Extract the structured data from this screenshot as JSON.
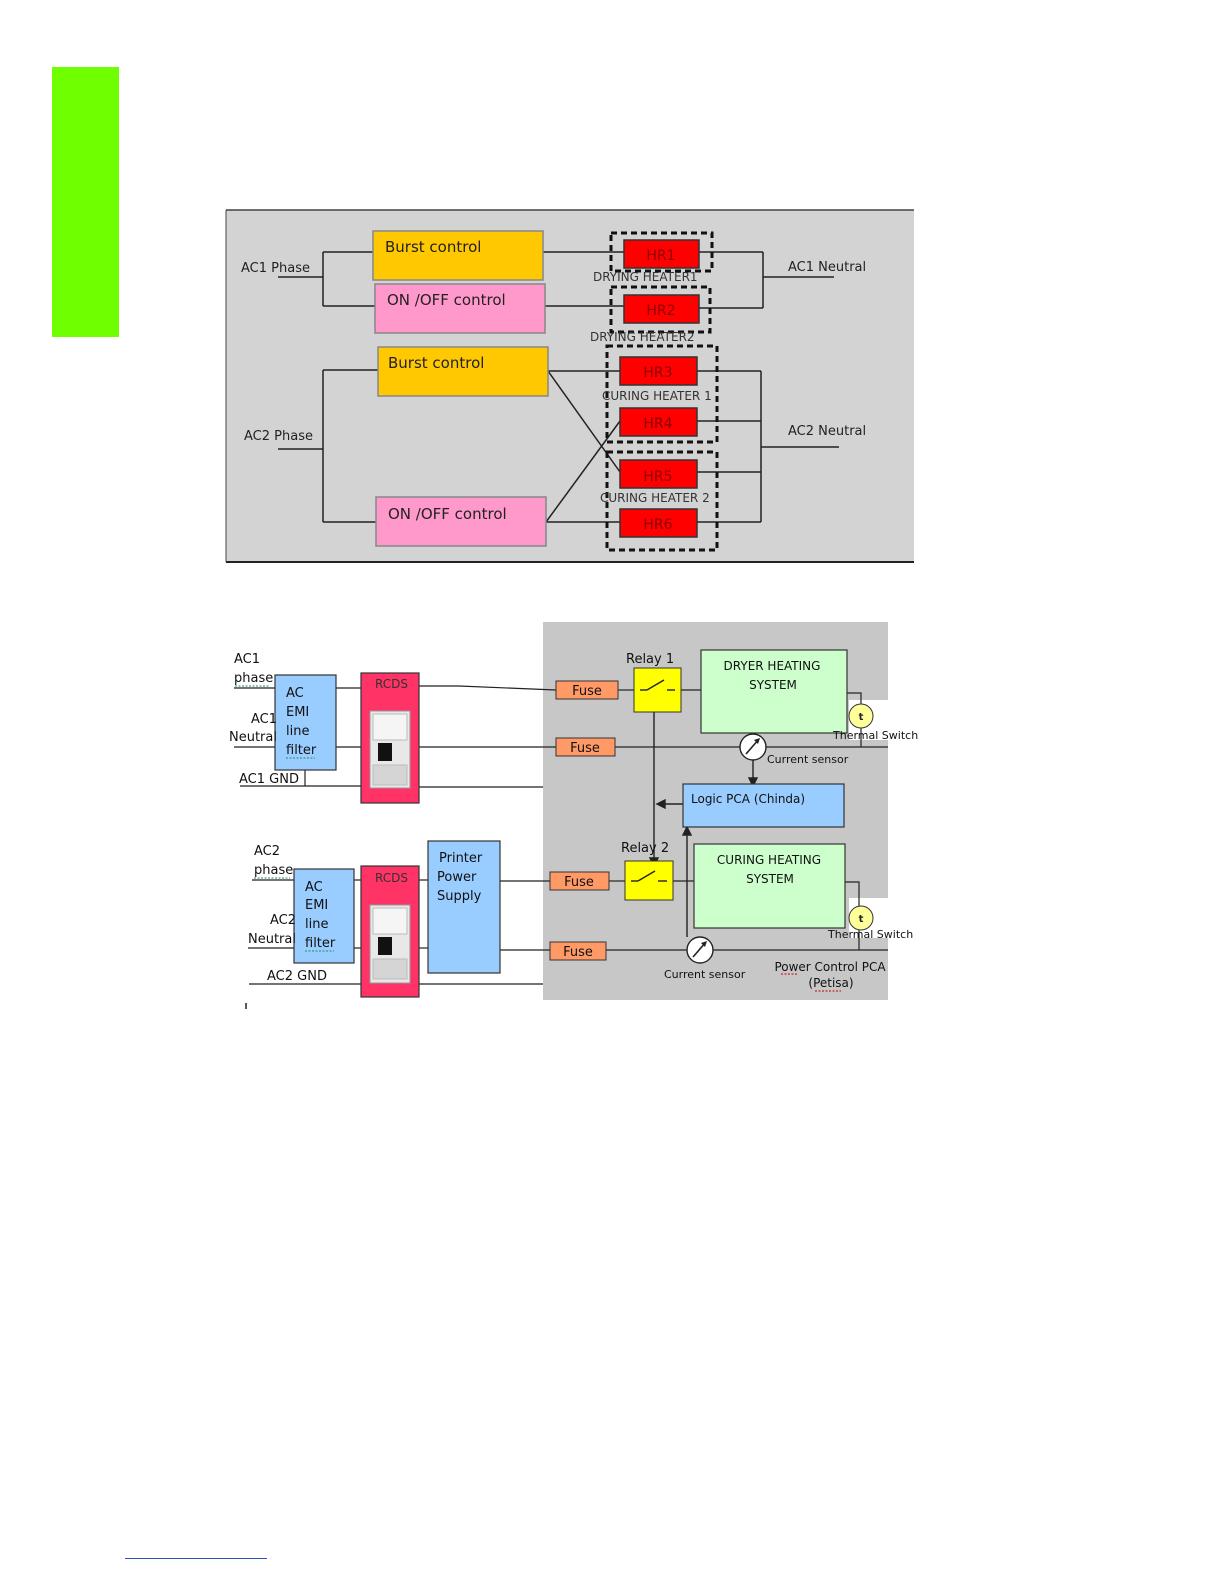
{
  "colors": {
    "page_tab": "#70ff00",
    "diagram1_bg": "#d3d3d3",
    "burst": "#ffc800",
    "onoff": "#ff99cc",
    "heater": "#ff0000",
    "diagram2_bg": "#c7c7c7",
    "emi_filter": "#99ccff",
    "rcds": "#ff3366",
    "fuse": "#ff9966",
    "relay": "#ffff00",
    "heating_system": "#ccffcc",
    "logic_pca": "#99ccff",
    "thermal": "#ffff99"
  },
  "diagram1": {
    "ac1_phase": "AC1 Phase",
    "ac1_neutral": "AC1 Neutral",
    "ac2_phase": "AC2 Phase",
    "ac2_neutral": "AC2 Neutral",
    "burst1": "Burst control",
    "onoff1": "ON /OFF control",
    "burst2": "Burst control",
    "onoff2": "ON /OFF control",
    "hr1": "HR1",
    "hr2": "HR2",
    "hr3": "HR3",
    "hr4": "HR4",
    "hr5": "HR5",
    "hr6": "HR6",
    "drying1": "DRYING HEATER1",
    "drying2": "DRYING HEATER2",
    "curing1": "CURING HEATER 1",
    "curing2": "CURING HEATER 2"
  },
  "diagram2": {
    "ac1_phase_a": "AC1",
    "ac1_phase_b": "phase",
    "ac1_neutral_a": "AC1",
    "ac1_neutral_b": "Neutral",
    "ac1_gnd": "AC1 GND",
    "ac2_phase_a": "AC2",
    "ac2_phase_b": "phase",
    "ac2_neutral_a": "AC2",
    "ac2_neutral_b": "Neutral",
    "ac2_gnd": "AC2 GND",
    "emi1": [
      "AC",
      "EMI",
      "line",
      "filter"
    ],
    "emi2": [
      "AC",
      "EMI",
      "line",
      "filter"
    ],
    "rcds1": "RCDS",
    "rcds2": "RCDS",
    "psu": [
      "Printer",
      "Power",
      "Supply"
    ],
    "fuse": "Fuse",
    "relay1": "Relay 1",
    "relay2": "Relay 2",
    "dryer": [
      "DRYER HEATING",
      "SYSTEM"
    ],
    "curing": [
      "CURING HEATING",
      "SYSTEM"
    ],
    "logic": "Logic PCA (Chinda)",
    "current_sensor": "Current sensor",
    "thermal_switch": "Thermal Switch",
    "thermal_symbol": "t",
    "power_pca_a": "Power Control PCA",
    "power_pca_b": "(Petisa)"
  }
}
